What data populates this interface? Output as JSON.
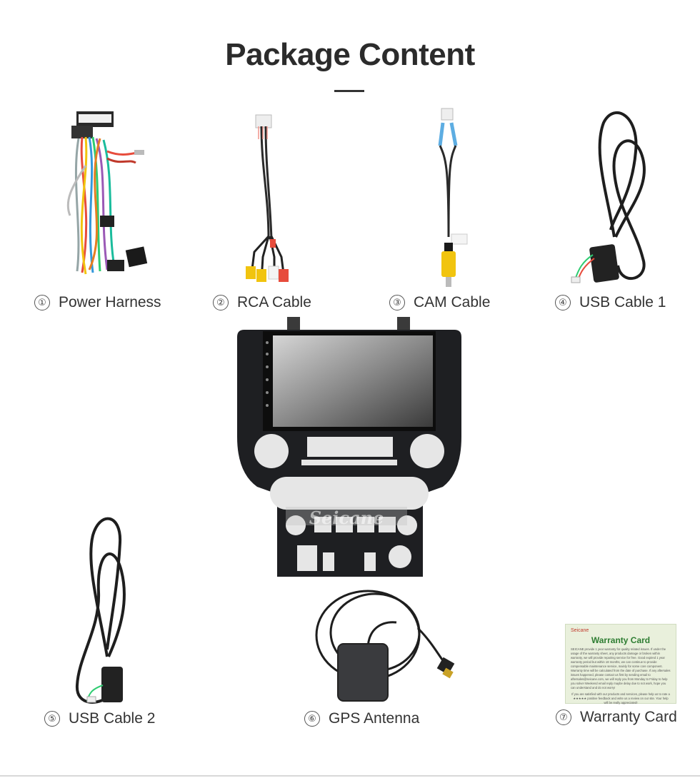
{
  "page": {
    "title": "Package Content",
    "watermark": "Seicane"
  },
  "items": [
    {
      "number": "①",
      "label": "Power Harness"
    },
    {
      "number": "②",
      "label": "RCA Cable"
    },
    {
      "number": "③",
      "label": "CAM Cable"
    },
    {
      "number": "④",
      "label": "USB Cable 1"
    },
    {
      "number": "⑤",
      "label": "USB Cable 2"
    },
    {
      "number": "⑥",
      "label": "GPS Antenna"
    },
    {
      "number": "⑦",
      "label": "Warranty Card"
    }
  ],
  "warranty_card": {
    "brand": "Seicane",
    "title": "Warranty Card",
    "body": "SEICANE provide 1 year warranty for quality related issues. If under the usage of the warranty sheet, any products damage or broken within warranty, we will provide repairing service for free. Good expired 1 year warranty period but within 18 months, we can continue to provide compensable maintenance service, mainly for some core component. Warranty time will be calculated from the date of purchase. If any aftersales issues happened, please contact us first by sending email to aftersales@seicane.com, we will reply you from Monday to Friday to help you solve! Weekend email reply maybe delay due to not work, hope you can understand and do not worry!",
    "footer": "If you are satisfied with our products and services, please help us to rate a ★★★★★ positive feedback and write us a review on our site. Your help will be really appreciated!"
  },
  "colors": {
    "title": "#2b2b2b",
    "unit_body": "#1e1f22",
    "screen": "#9a9a9a",
    "card_bg": "#e9f0dc",
    "card_title": "#2e7d32"
  }
}
